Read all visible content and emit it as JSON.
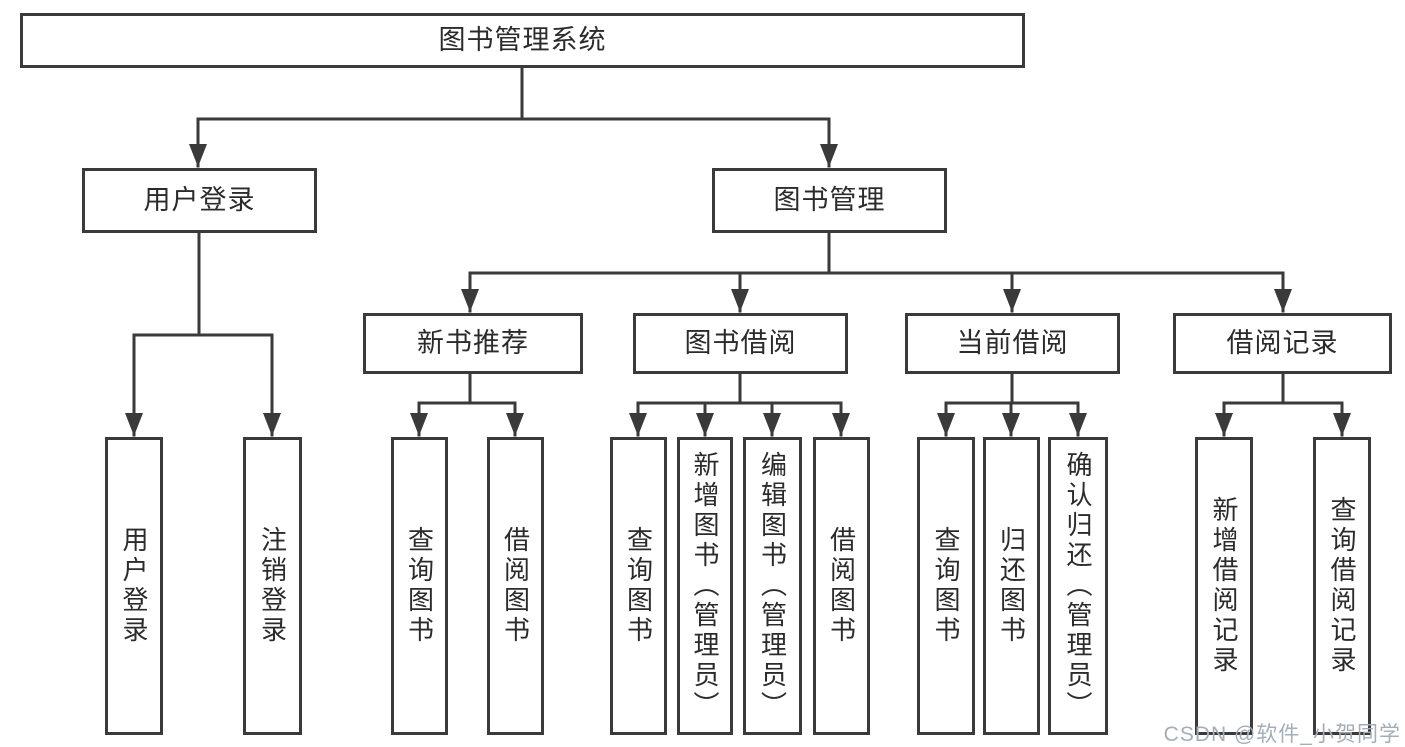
{
  "tree": {
    "root": "图书管理系统",
    "branches": [
      {
        "label": "用户登录",
        "children": [
          "用户登录",
          "注销登录"
        ]
      },
      {
        "label": "图书管理",
        "children": [
          {
            "label": "新书推荐",
            "children": [
              "查询图书",
              "借阅图书"
            ]
          },
          {
            "label": "图书借阅",
            "children": [
              "查询图书",
              "新增图书（管理员）",
              "编辑图书（管理员）",
              "借阅图书"
            ]
          },
          {
            "label": "当前借阅",
            "children": [
              "查询图书",
              "归还图书",
              "确认归还（管理员）"
            ]
          },
          {
            "label": "借阅记录",
            "children": [
              "新增借阅记录",
              "查询借阅记录"
            ]
          }
        ]
      }
    ]
  },
  "watermark": "CSDN @软件_小贺同学",
  "colors": {
    "line": "#3a3a3a",
    "text": "#2b2b2b",
    "background": "#ffffff",
    "watermark": "#a3aeb8"
  }
}
